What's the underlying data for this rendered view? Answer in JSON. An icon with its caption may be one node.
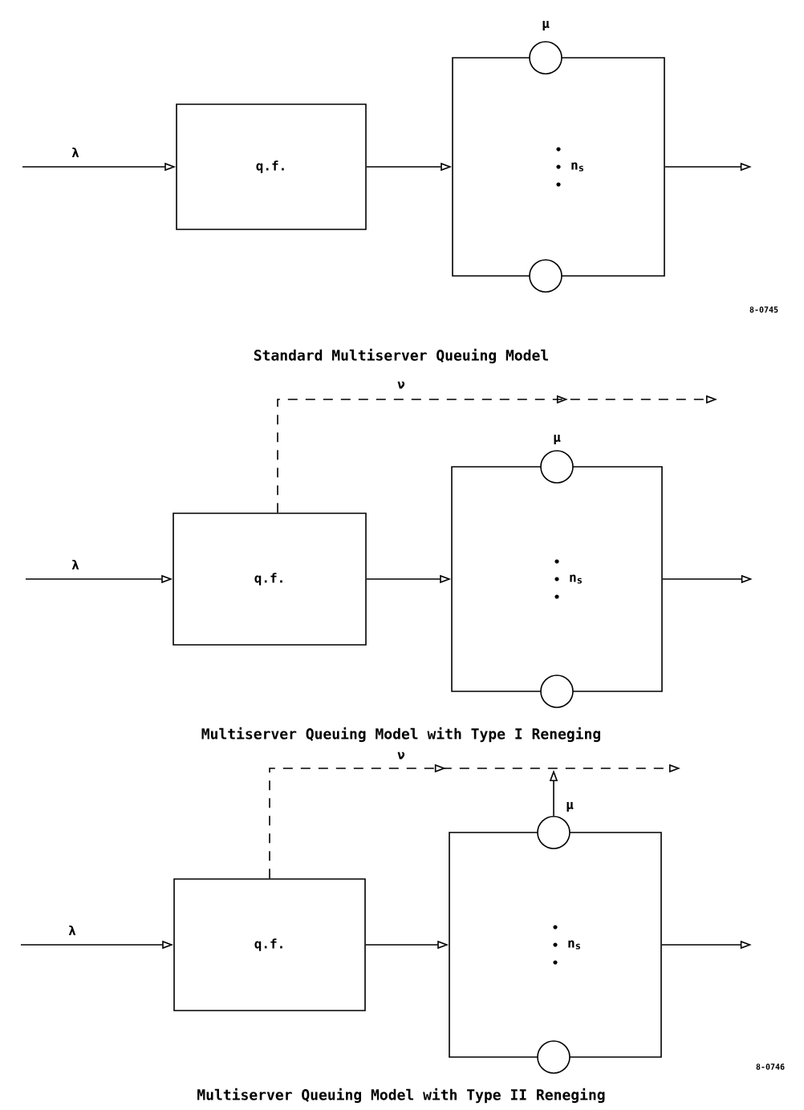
{
  "diagram": {
    "nodes": [
      {
        "text": [
          "q.f."
        ]
      },
      {
        "text": [
          "n$_{s}$"
        ]
      },
      {
        "text": [],
        "shape": "circle",
        "beside": [
          "μ"
        ]
      },
      {
        "text": [],
        "shape": "circle"
      },
      {
        "text": [
          "q.f."
        ]
      },
      {
        "text": [
          "n$_{s}$"
        ]
      },
      {
        "text": [],
        "shape": "circle",
        "beside": [
          "μ"
        ]
      },
      {
        "text": [],
        "shape": "circle"
      },
      {
        "text": [
          "q.f."
        ]
      },
      {
        "text": [
          "n$_{s}$"
        ]
      },
      {
        "text": [],
        "shape": "circle",
        "beside": [
          "μ"
        ]
      },
      {
        "text": [],
        "shape": "circle"
      }
    ],
    "edges": [
      {
        "from": null,
        "to": 0,
        "arrow": "to",
        "label": "λ"
      },
      {
        "from": 0,
        "to": 1,
        "arrow": "to"
      },
      {
        "from": 1,
        "to": null,
        "arrow": "to"
      },
      {
        "from": null,
        "to": 4,
        "arrow": "to",
        "label": "λ"
      },
      {
        "from": 4,
        "to": 5,
        "arrow": "to"
      },
      {
        "from": 5,
        "to": null,
        "arrow": "to"
      },
      {
        "from": 4,
        "to": null,
        "arrow": "to",
        "label": "ν",
        "style": "dashed"
      },
      {
        "from": null,
        "to": 8,
        "arrow": "to",
        "label": "λ"
      },
      {
        "from": 8,
        "to": 9,
        "arrow": "to"
      },
      {
        "from": 9,
        "to": null,
        "arrow": "to"
      },
      {
        "from": 8,
        "to": null,
        "arrow": "to",
        "label": "ν",
        "style": "dashed"
      },
      {
        "from": 10,
        "to": null,
        "arrow": "to"
      }
    ],
    "labels": [
      "8-0745",
      "Standard Multiserver Queuing Model",
      "Multiserver Queuing Model with Type I Reneging",
      "8-0746",
      "Multiserver Queuing Model with Type II Reneging"
    ]
  }
}
